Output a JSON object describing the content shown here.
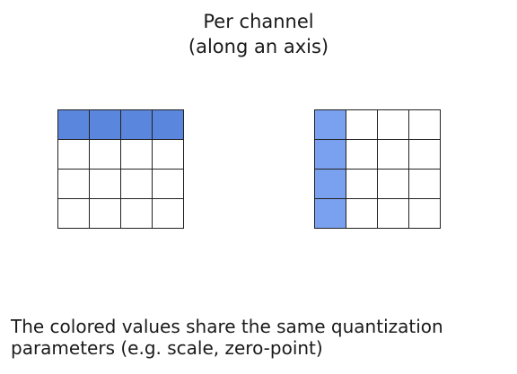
{
  "title": {
    "line1": "Per channel",
    "line2": "(along an axis)"
  },
  "grids": [
    {
      "id": "grid-left",
      "rows": 4,
      "cols": 4,
      "highlight": "row",
      "index": 0,
      "color": "#5a87dd"
    },
    {
      "id": "grid-right",
      "rows": 4,
      "cols": 4,
      "highlight": "column",
      "index": 0,
      "color": "#7aa1ef"
    }
  ],
  "caption": {
    "line1": "The colored values share the same quantization",
    "line2": "parameters (e.g. scale, zero-point)"
  }
}
